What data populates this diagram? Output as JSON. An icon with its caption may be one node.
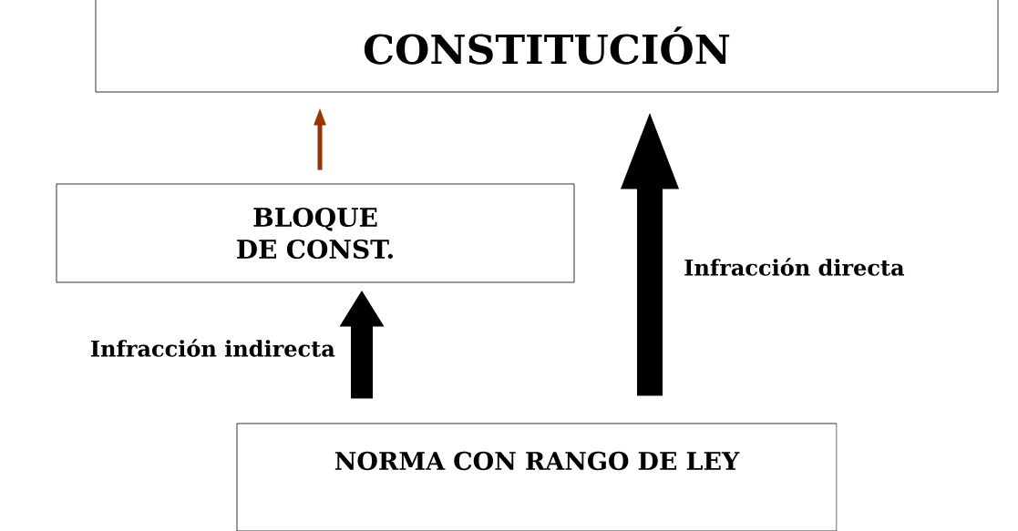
{
  "diagram": {
    "nodes": [
      {
        "text": [
          "CONSTITUCIÓN"
        ]
      },
      {
        "text": [
          "BLOQUE DE CONST."
        ]
      },
      {
        "text": [
          "NORMA CON RANGO DE LEY"
        ]
      }
    ],
    "edges": [
      {
        "from": 1,
        "to": 0,
        "arrow": "to",
        "color": "#993300"
      },
      {
        "from": 2,
        "to": 1,
        "arrow": "to",
        "label": "Infracción indirecta"
      },
      {
        "from": 2,
        "to": 0,
        "arrow": "to",
        "label": "Infracción directa"
      }
    ]
  }
}
